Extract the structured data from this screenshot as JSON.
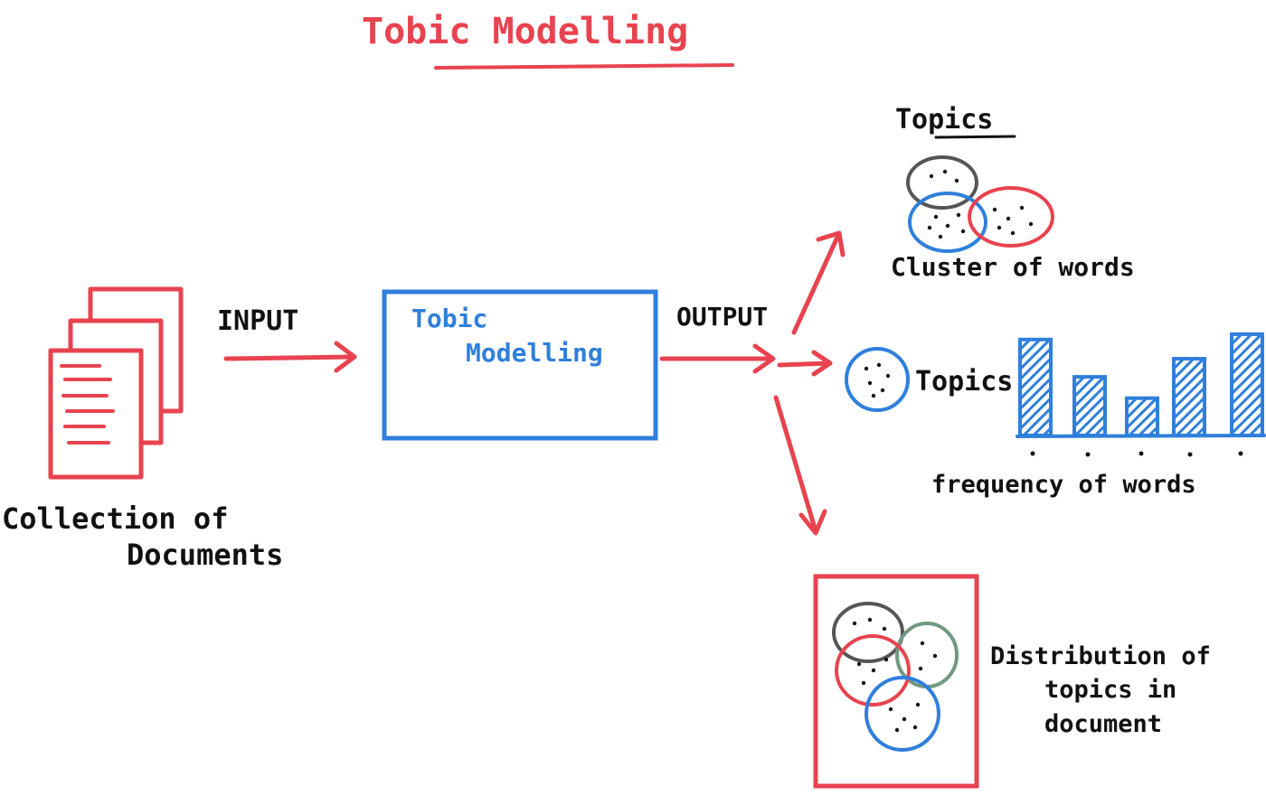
{
  "title": "Tobic Modelling",
  "labels": {
    "input": "INPUT",
    "output": "OUTPUT",
    "box_line1": "Tobic",
    "box_line2": "Modelling",
    "collection_line1": "Collection of",
    "collection_line2": "Documents",
    "topics_heading": "Topics",
    "cluster_caption": "Cluster of words",
    "topics_inline": "Topics",
    "frequency_caption": "frequency of words",
    "distribution_line1": "Distribution of",
    "distribution_line2": "topics in",
    "distribution_line3": "document"
  },
  "frequency_bars": [
    0.9,
    0.55,
    0.35,
    0.72,
    0.95
  ],
  "colors": {
    "red": "#e8434f",
    "blue": "#2f7fdc",
    "ink": "#111111",
    "gray": "#555555",
    "green": "#6f9a80"
  }
}
